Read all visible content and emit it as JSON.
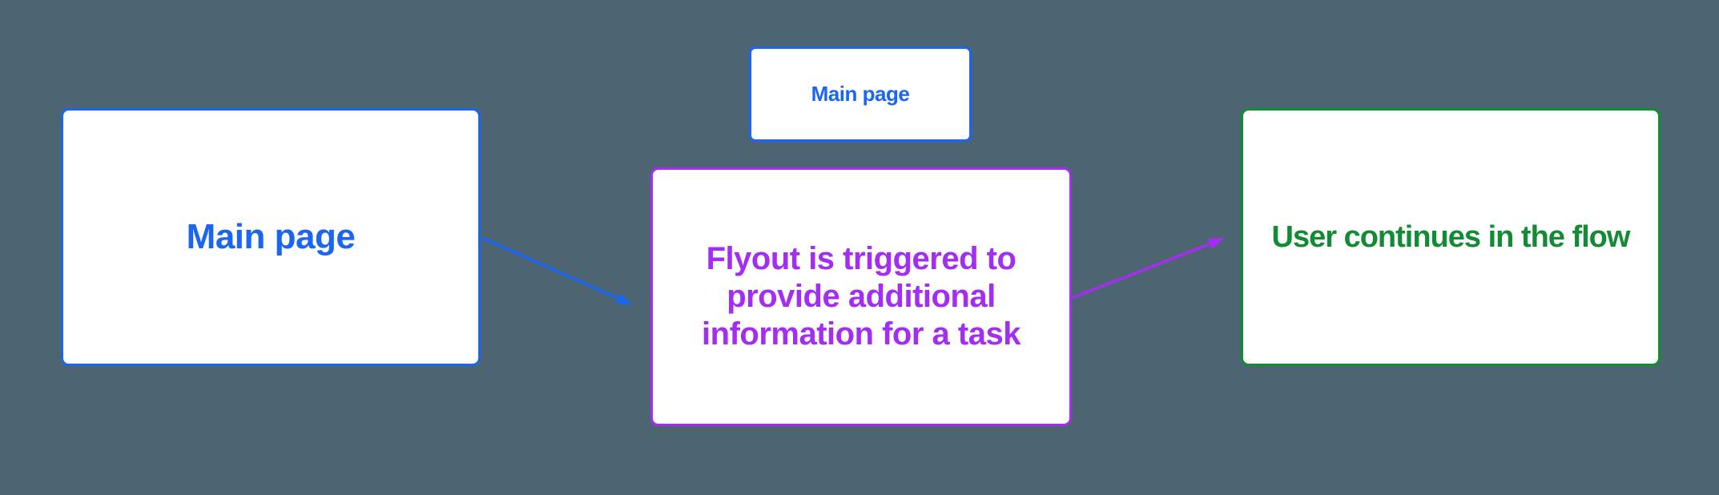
{
  "canvas": {
    "background": "#4d6570"
  },
  "nodes": {
    "main_page_left": {
      "label": "Main page",
      "color": "#1a66f2"
    },
    "main_page_small": {
      "label": "Main page",
      "color": "#1a66f2"
    },
    "flyout": {
      "label": "Flyout is triggered to\nprovide additional\ninformation for a task",
      "color": "#a32df2"
    },
    "user_flow": {
      "label": "User continues in the flow",
      "color": "#128c34"
    }
  },
  "connectors": {
    "main_to_flyout": {
      "from": "Main page",
      "to": "Flyout is triggered to provide additional information for a task",
      "color": "#1a66f2"
    },
    "flyout_to_user": {
      "from": "Flyout is triggered to provide additional information for a task",
      "to": "User continues in the flow",
      "color": "#a32df2"
    }
  }
}
